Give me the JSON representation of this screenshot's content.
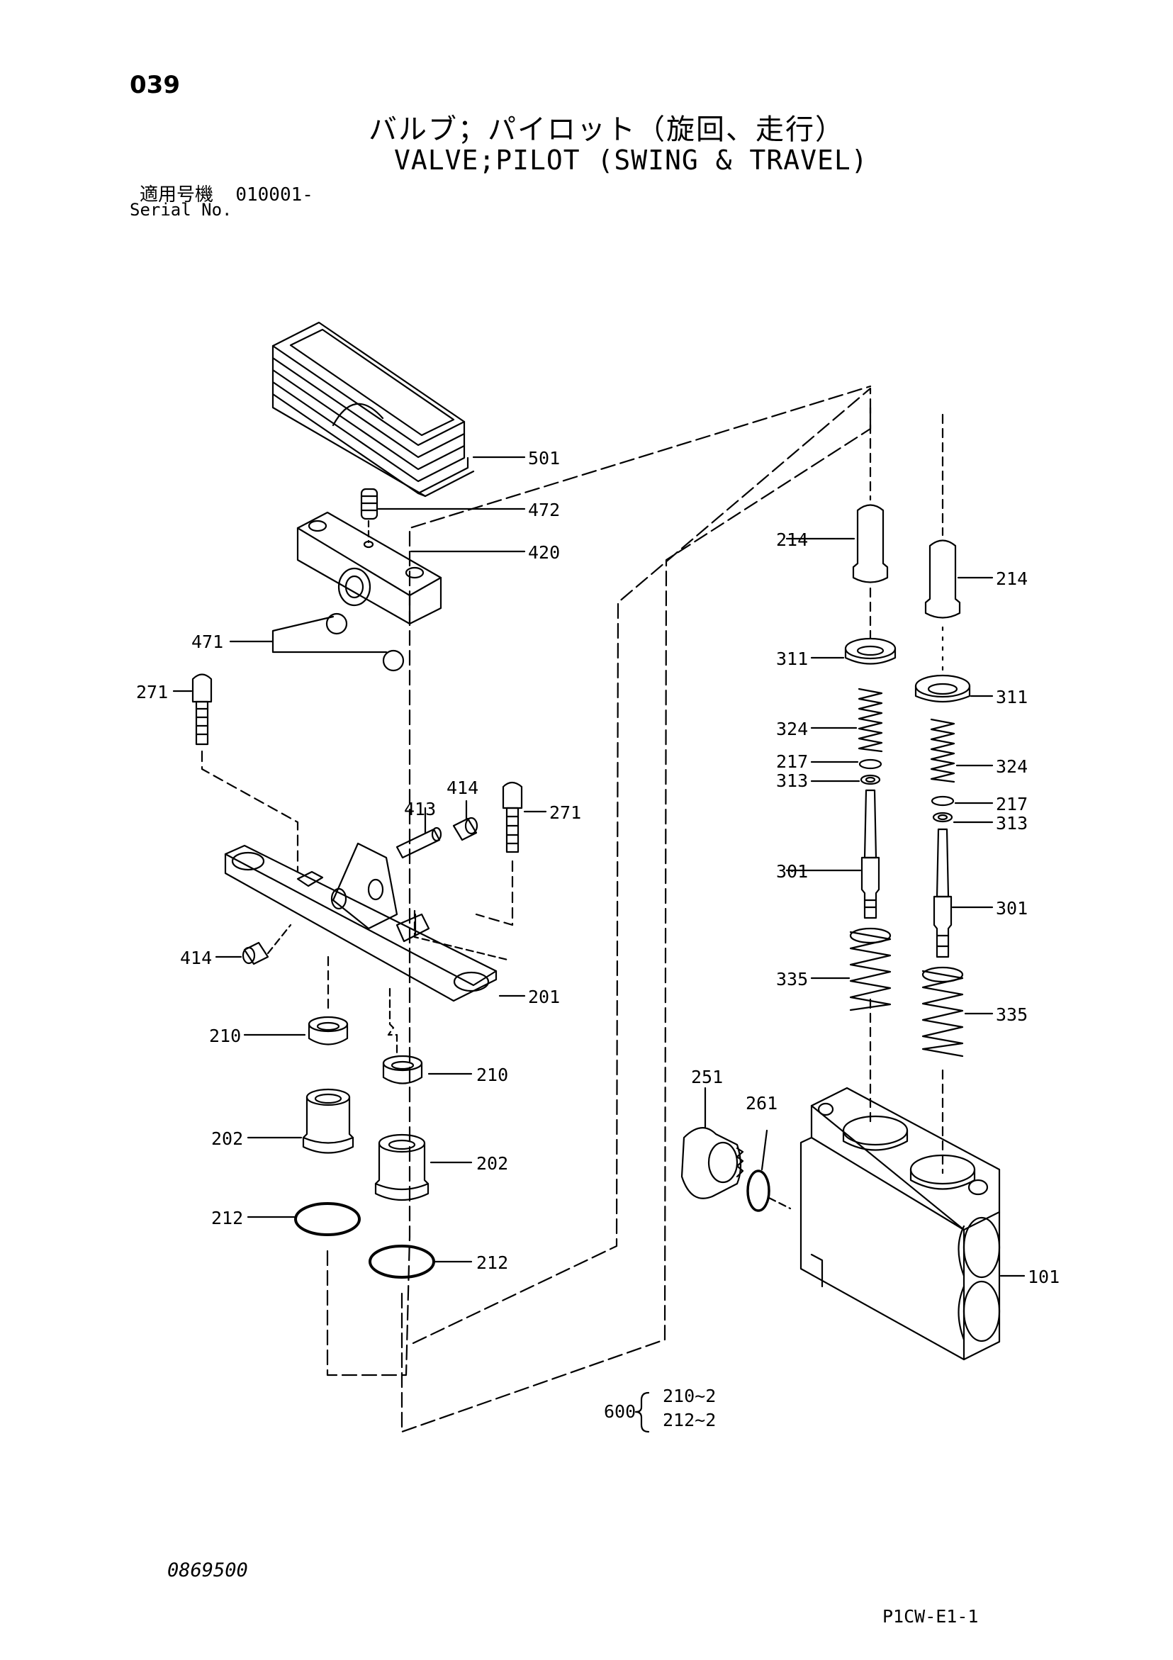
{
  "header": {
    "page_number": "039",
    "title_jp": "バルブ；パイロット（旋回、走行）",
    "title_en": "VALVE;PILOT (SWING & TRAVEL)",
    "serial_label_jp": "適用号機",
    "serial_value": "010001-",
    "serial_label_en": "Serial No."
  },
  "callouts": {
    "c501": "501",
    "c472": "472",
    "c420": "420",
    "c471": "471",
    "c271a": "271",
    "c271b": "271",
    "c413": "413",
    "c414a": "414",
    "c414b": "414",
    "c201": "201",
    "c210a": "210",
    "c210b": "210",
    "c202a": "202",
    "c202b": "202",
    "c212a": "212",
    "c212b": "212",
    "c214a": "214",
    "c214b": "214",
    "c311a": "311",
    "c311b": "311",
    "c324a": "324",
    "c324b": "324",
    "c217a": "217",
    "c217b": "217",
    "c313a": "313",
    "c313b": "313",
    "c301a": "301",
    "c301b": "301",
    "c335a": "335",
    "c335b": "335",
    "c251": "251",
    "c261": "261",
    "c101": "101"
  },
  "kit": {
    "number": "600",
    "items": [
      "210~2",
      "212~2"
    ]
  },
  "footer": {
    "drawing_number": "0869500",
    "page_code": "P1CW-E1-1"
  }
}
